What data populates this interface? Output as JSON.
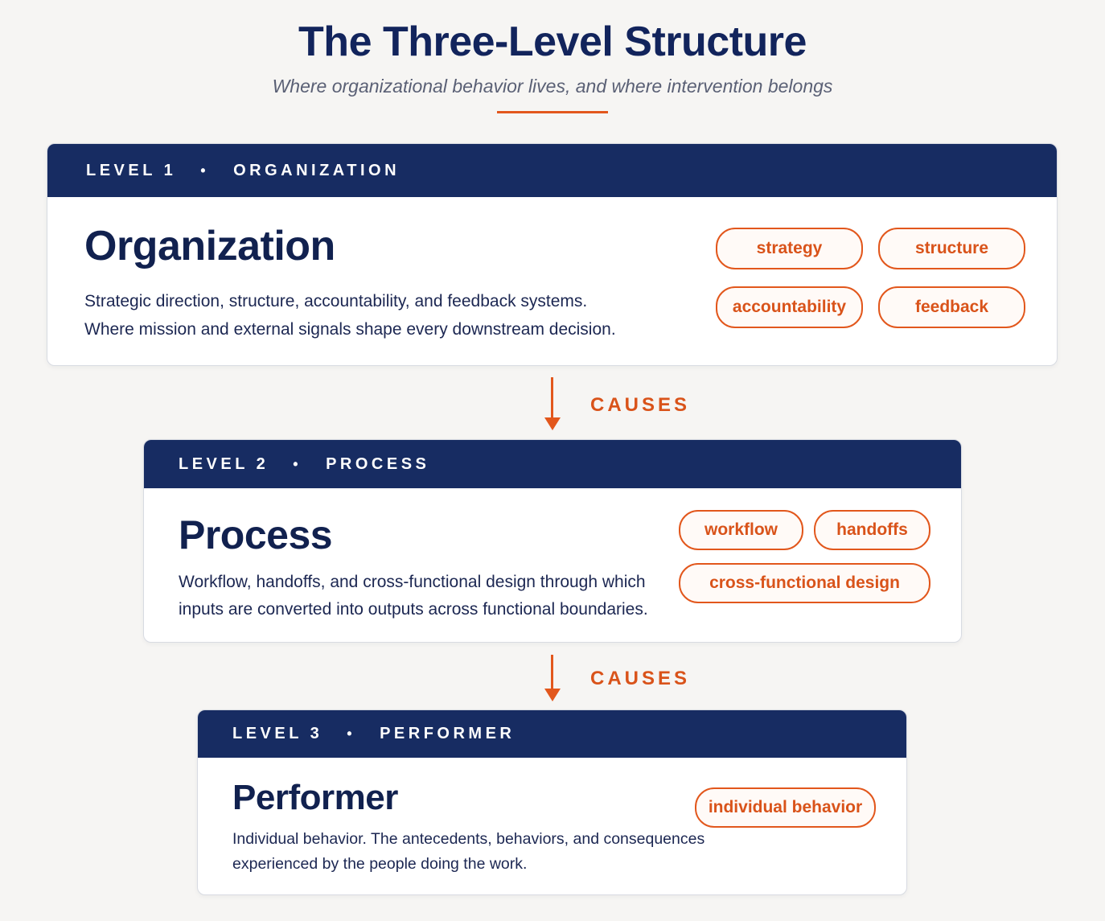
{
  "header": {
    "title": "The Three-Level Structure",
    "subtitle": "Where organizational behavior lives, and where intervention belongs"
  },
  "colors": {
    "navy": "#172c62",
    "accent_orange": "#e2571c",
    "background": "#f6f5f3"
  },
  "levels": [
    {
      "band_level": "LEVEL 1",
      "band_dot": "•",
      "band_name": "ORGANIZATION",
      "name": "Organization",
      "description": [
        "Strategic direction, structure, accountability, and feedback systems.",
        "Where mission and external signals shape every downstream decision."
      ],
      "tags": [
        "strategy",
        "structure",
        "accountability",
        "feedback"
      ]
    },
    {
      "band_level": "LEVEL 2",
      "band_dot": "•",
      "band_name": "PROCESS",
      "name": "Process",
      "description": [
        "Workflow, handoffs, and cross-functional design through which",
        "inputs are converted into outputs across functional boundaries."
      ],
      "tags": [
        "workflow",
        "handoffs",
        "cross-functional design"
      ]
    },
    {
      "band_level": "LEVEL 3",
      "band_dot": "•",
      "band_name": "PERFORMER",
      "name": "Performer",
      "description": [
        "Individual behavior. The antecedents, behaviors, and consequences",
        "experienced by the people doing the work."
      ],
      "tags": [
        "individual behavior"
      ]
    }
  ],
  "connectors": [
    {
      "label": "CAUSES",
      "icon": "arrow-down-icon"
    },
    {
      "label": "CAUSES",
      "icon": "arrow-down-icon"
    }
  ]
}
